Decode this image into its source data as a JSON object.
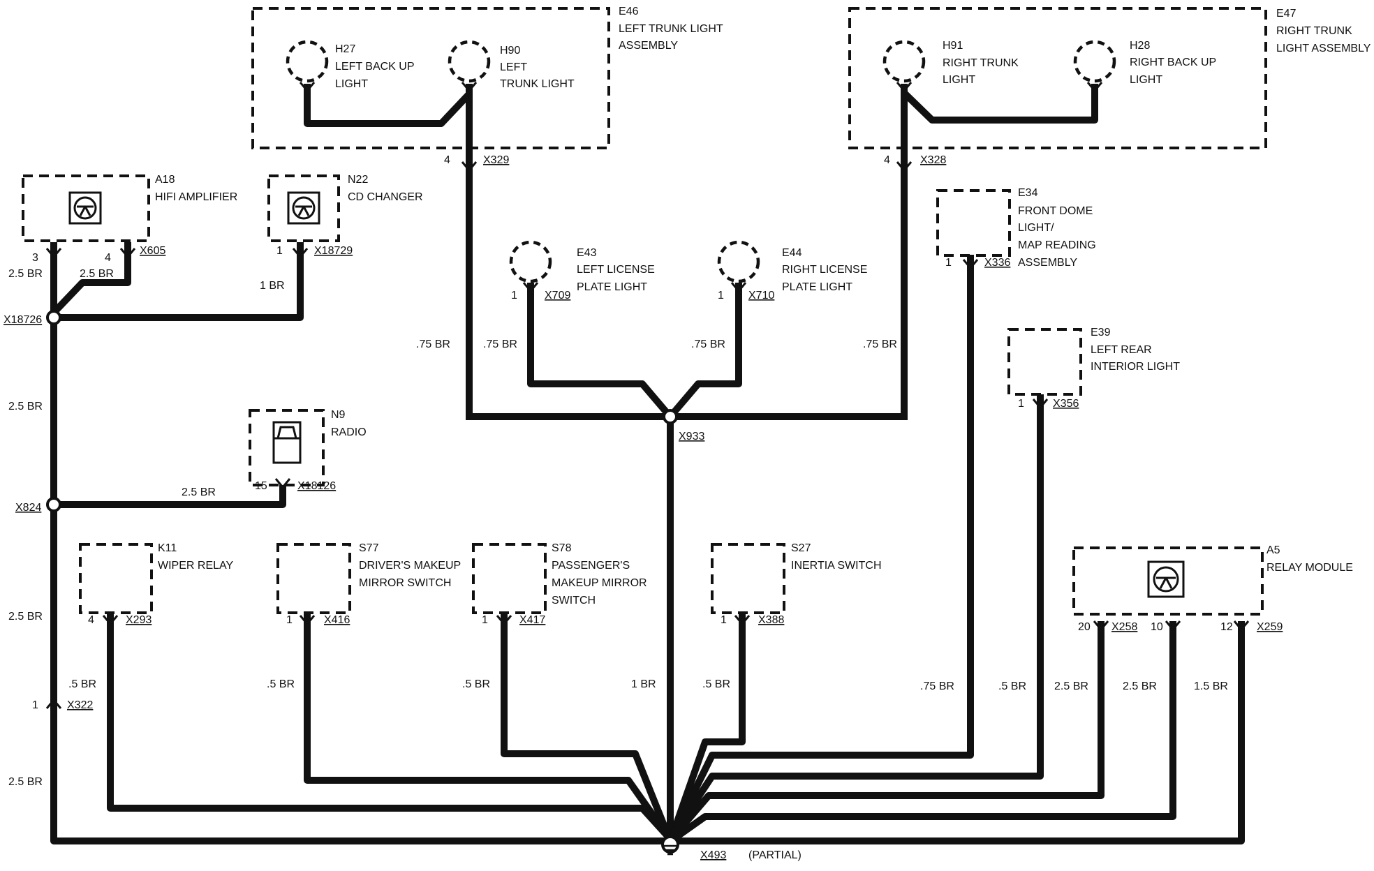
{
  "components": {
    "e46": {
      "id": "E46",
      "line1": "LEFT TRUNK LIGHT",
      "line2": "ASSEMBLY"
    },
    "e47": {
      "id": "E47",
      "line1": "RIGHT TRUNK",
      "line2": "LIGHT ASSEMBLY"
    },
    "h27": {
      "id": "H27",
      "line1": "LEFT BACK UP",
      "line2": "LIGHT"
    },
    "h90": {
      "id": "H90",
      "line1": "LEFT",
      "line2": "TRUNK LIGHT"
    },
    "h91": {
      "id": "H91",
      "line1": "RIGHT TRUNK",
      "line2": "LIGHT"
    },
    "h28": {
      "id": "H28",
      "line1": "RIGHT BACK UP",
      "line2": "LIGHT"
    },
    "a18": {
      "id": "A18",
      "line1": "HIFI AMPLIFIER"
    },
    "n22": {
      "id": "N22",
      "line1": "CD CHANGER"
    },
    "e43": {
      "id": "E43",
      "line1": "LEFT LICENSE",
      "line2": "PLATE LIGHT"
    },
    "e44": {
      "id": "E44",
      "line1": "RIGHT LICENSE",
      "line2": "PLATE LIGHT"
    },
    "e34": {
      "id": "E34",
      "line1": "FRONT DOME",
      "line2": "LIGHT/",
      "line3": "MAP READING",
      "line4": "ASSEMBLY"
    },
    "e39": {
      "id": "E39",
      "line1": "LEFT REAR",
      "line2": "INTERIOR LIGHT"
    },
    "n9": {
      "id": "N9",
      "line1": "RADIO"
    },
    "k11": {
      "id": "K11",
      "line1": "WIPER RELAY"
    },
    "s77": {
      "id": "S77",
      "line1": "DRIVER'S MAKEUP",
      "line2": "MIRROR SWITCH"
    },
    "s78": {
      "id": "S78",
      "line1": "PASSENGER'S",
      "line2": "MAKEUP MIRROR",
      "line3": "SWITCH"
    },
    "s27": {
      "id": "S27",
      "line1": "INERTIA SWITCH"
    },
    "a5": {
      "id": "A5",
      "line1": "RELAY MODULE"
    }
  },
  "connectors": {
    "x329": "X329",
    "x328": "X328",
    "x605": "X605",
    "x18729": "X18729",
    "x18726": "X18726",
    "x709": "X709",
    "x710": "X710",
    "x336": "X336",
    "x356": "X356",
    "x18126": "X18126",
    "x824": "X824",
    "x933": "X933",
    "x293": "X293",
    "x416": "X416",
    "x417": "X417",
    "x388": "X388",
    "x258": "X258",
    "x259": "X259",
    "x322": "X322",
    "x493": "X493",
    "partial": "(PARTIAL)"
  },
  "pins": {
    "x329": "4",
    "x328": "4",
    "a18_3": "3",
    "a18_4": "4",
    "x18729": "1",
    "x709": "1",
    "x710": "1",
    "x336": "1",
    "x356": "1",
    "x18126": "15",
    "x293": "4",
    "x416": "1",
    "x417": "1",
    "x388": "1",
    "x258": "20",
    "a5_10": "10",
    "a5_12": "12",
    "x322": "1"
  },
  "wires": {
    "a18_3": "2.5 BR",
    "a18_4": "2.5 BR",
    "cd": "1 BR",
    "main_upper": "2.5 BR",
    "radio": "2.5 BR",
    "main_mid": "2.5 BR",
    "main_lower": "2.5 BR",
    "left_trunk": ".75 BR",
    "left_lic": ".75 BR",
    "right_lic": ".75 BR",
    "right_trunk": ".75 BR",
    "wiper": ".5 BR",
    "s77": ".5 BR",
    "s78": ".5 BR",
    "x933_ground": "1 BR",
    "s27": ".5 BR",
    "e34": ".75 BR",
    "e39": ".5 BR",
    "a5_20": "2.5 BR",
    "a5_10": "2.5 BR",
    "a5_12": "1.5 BR"
  }
}
